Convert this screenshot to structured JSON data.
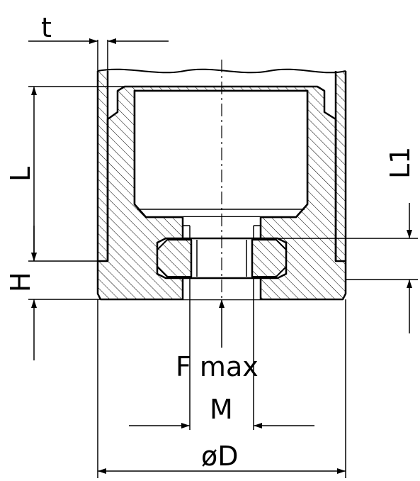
{
  "labels": {
    "t": "t",
    "L": "L",
    "L1": "L1",
    "H": "H",
    "F": "F max",
    "M": "M",
    "D": "øD"
  },
  "colors": {
    "ink": "#000000",
    "paper": "#ffffff"
  }
}
